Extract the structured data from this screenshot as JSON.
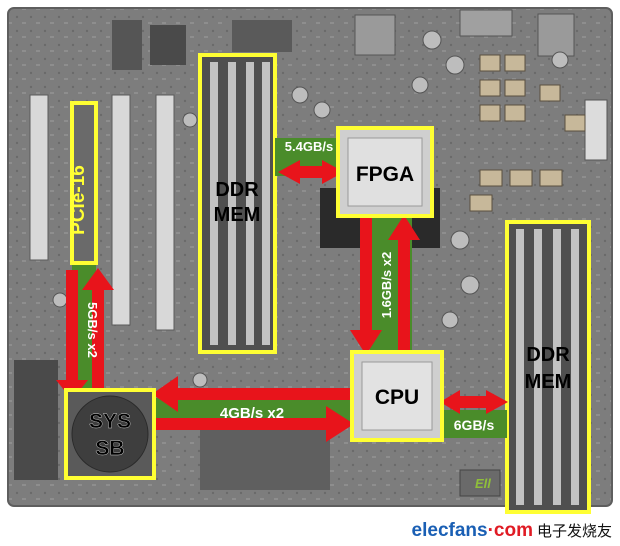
{
  "blocks": {
    "ddr_mem_left": {
      "line1": "DDR",
      "line2": "MEM"
    },
    "ddr_mem_right": {
      "line1": "DDR",
      "line2": "MEM"
    },
    "fpga": {
      "label": "FPGA"
    },
    "cpu": {
      "label": "CPU"
    },
    "sys_sb": {
      "line1": "SYS",
      "line2": "SB"
    },
    "pcie": {
      "label": "PCIe-16"
    }
  },
  "links": {
    "mem_fpga": "5.4GB/s",
    "fpga_cpu": "1.6GB/s x2",
    "pcie_sb": "5GB/s x2",
    "sb_cpu": "4GB/s x2",
    "cpu_mem": "6GB/s"
  },
  "board_text": {
    "chip_mark": "Ell"
  },
  "watermark": {
    "brand_a": "elecfans",
    "brand_b": "·com",
    "brand_c": "电子发烧友"
  },
  "colors": {
    "highlight": "#ffff33",
    "arrow": "#e8141b",
    "link_band": "#4a8c2a",
    "board": "#7c7c7c"
  }
}
